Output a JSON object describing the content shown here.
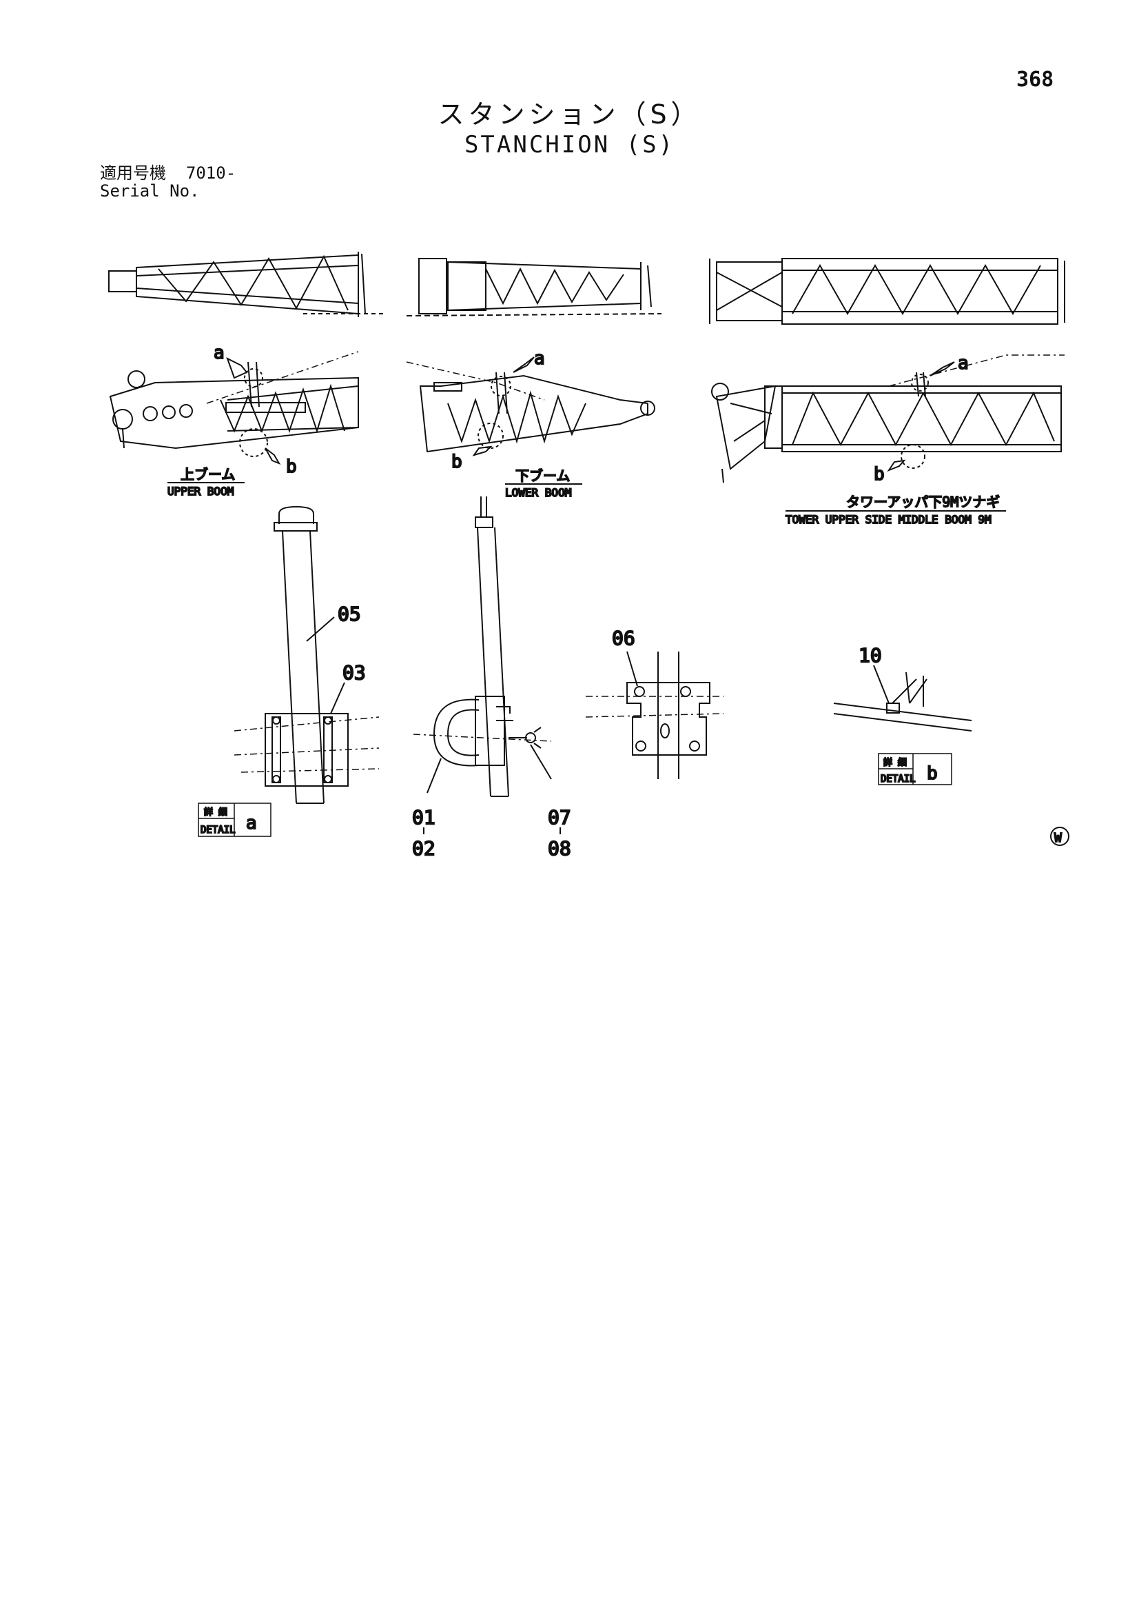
{
  "page_number": "368",
  "title_ja": "スタンション（S）",
  "title_en": "STANCHION (S)",
  "serial": {
    "label_ja": "適用号機",
    "label_en": "Serial No.",
    "value": "7010-"
  },
  "views": {
    "upper_boom": {
      "label_ja": "上ブーム",
      "label_en": "UPPER BOOM",
      "marker_a": "a",
      "marker_b": "b"
    },
    "lower_boom": {
      "label_ja": "下ブーム",
      "label_en": "LOWER BOOM",
      "marker_a": "a",
      "marker_b": "b"
    },
    "tower_middle_boom": {
      "label_ja": "タワーアッパ下9Mツナギ",
      "label_en": "TOWER UPPER SIDE MIDDLE BOOM 9M",
      "marker_a": "a",
      "marker_b": "b"
    }
  },
  "details": {
    "a": {
      "label_ja": "詳 細",
      "label_en": "DETAIL",
      "letter": "a"
    },
    "b": {
      "label_ja": "詳 細",
      "label_en": "DETAIL",
      "letter": "b"
    }
  },
  "part_callouts": [
    "05",
    "03",
    "01",
    "02",
    "07",
    "08",
    "06",
    "10"
  ],
  "watermark": "W"
}
